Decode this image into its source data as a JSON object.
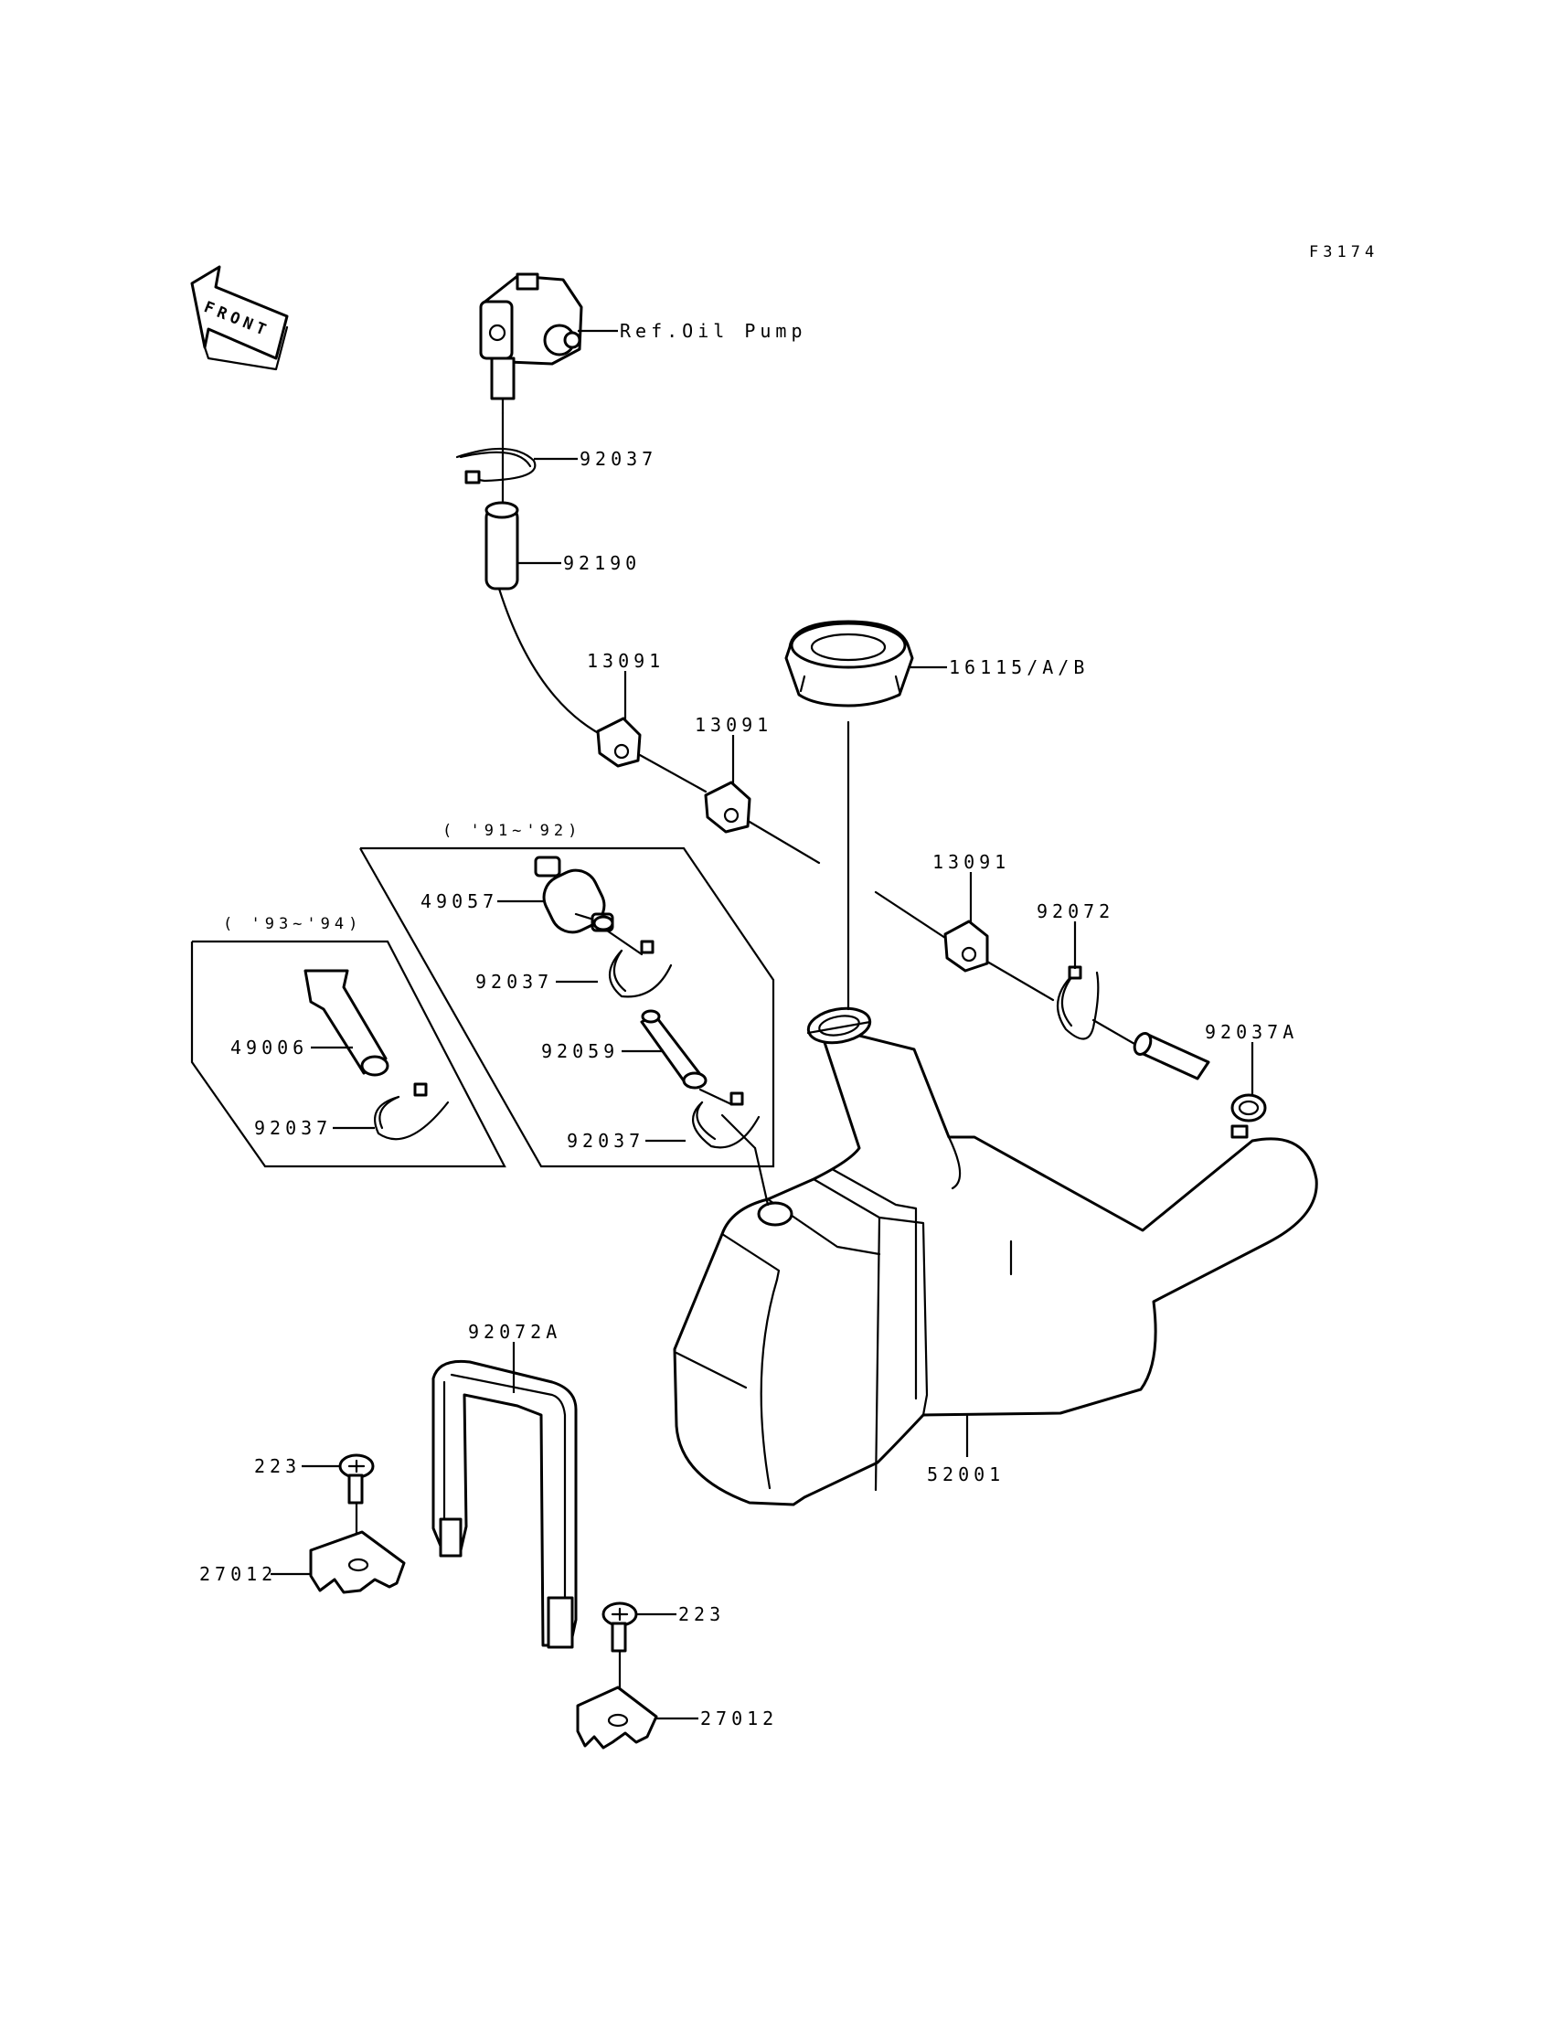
{
  "figure_code": "F3174",
  "front_arrow": {
    "label": "FRONT"
  },
  "groups": [
    {
      "id": "g9192",
      "label": "( '91~'92)"
    },
    {
      "id": "g9394",
      "label": "( '93~'94)"
    }
  ],
  "callouts": [
    {
      "id": "oil-pump",
      "text": "Ref.Oil Pump"
    },
    {
      "id": "p92037-top",
      "text": "92037"
    },
    {
      "id": "p92190",
      "text": "92190"
    },
    {
      "id": "p13091-a",
      "text": "13091"
    },
    {
      "id": "p13091-b",
      "text": "13091"
    },
    {
      "id": "p16115",
      "text": "16115/A/B"
    },
    {
      "id": "p13091-c",
      "text": "13091"
    },
    {
      "id": "p92072",
      "text": "92072"
    },
    {
      "id": "p92037A",
      "text": "92037A"
    },
    {
      "id": "p49057",
      "text": "49057"
    },
    {
      "id": "p92037-b",
      "text": "92037"
    },
    {
      "id": "p92059",
      "text": "92059"
    },
    {
      "id": "p92037-c",
      "text": "92037"
    },
    {
      "id": "p49006",
      "text": "49006"
    },
    {
      "id": "p92037-d",
      "text": "92037"
    },
    {
      "id": "p92072A",
      "text": "92072A"
    },
    {
      "id": "p52001",
      "text": "52001"
    },
    {
      "id": "p223-a",
      "text": "223"
    },
    {
      "id": "p27012-a",
      "text": "27012"
    },
    {
      "id": "p223-b",
      "text": "223"
    },
    {
      "id": "p27012-b",
      "text": "27012"
    }
  ]
}
